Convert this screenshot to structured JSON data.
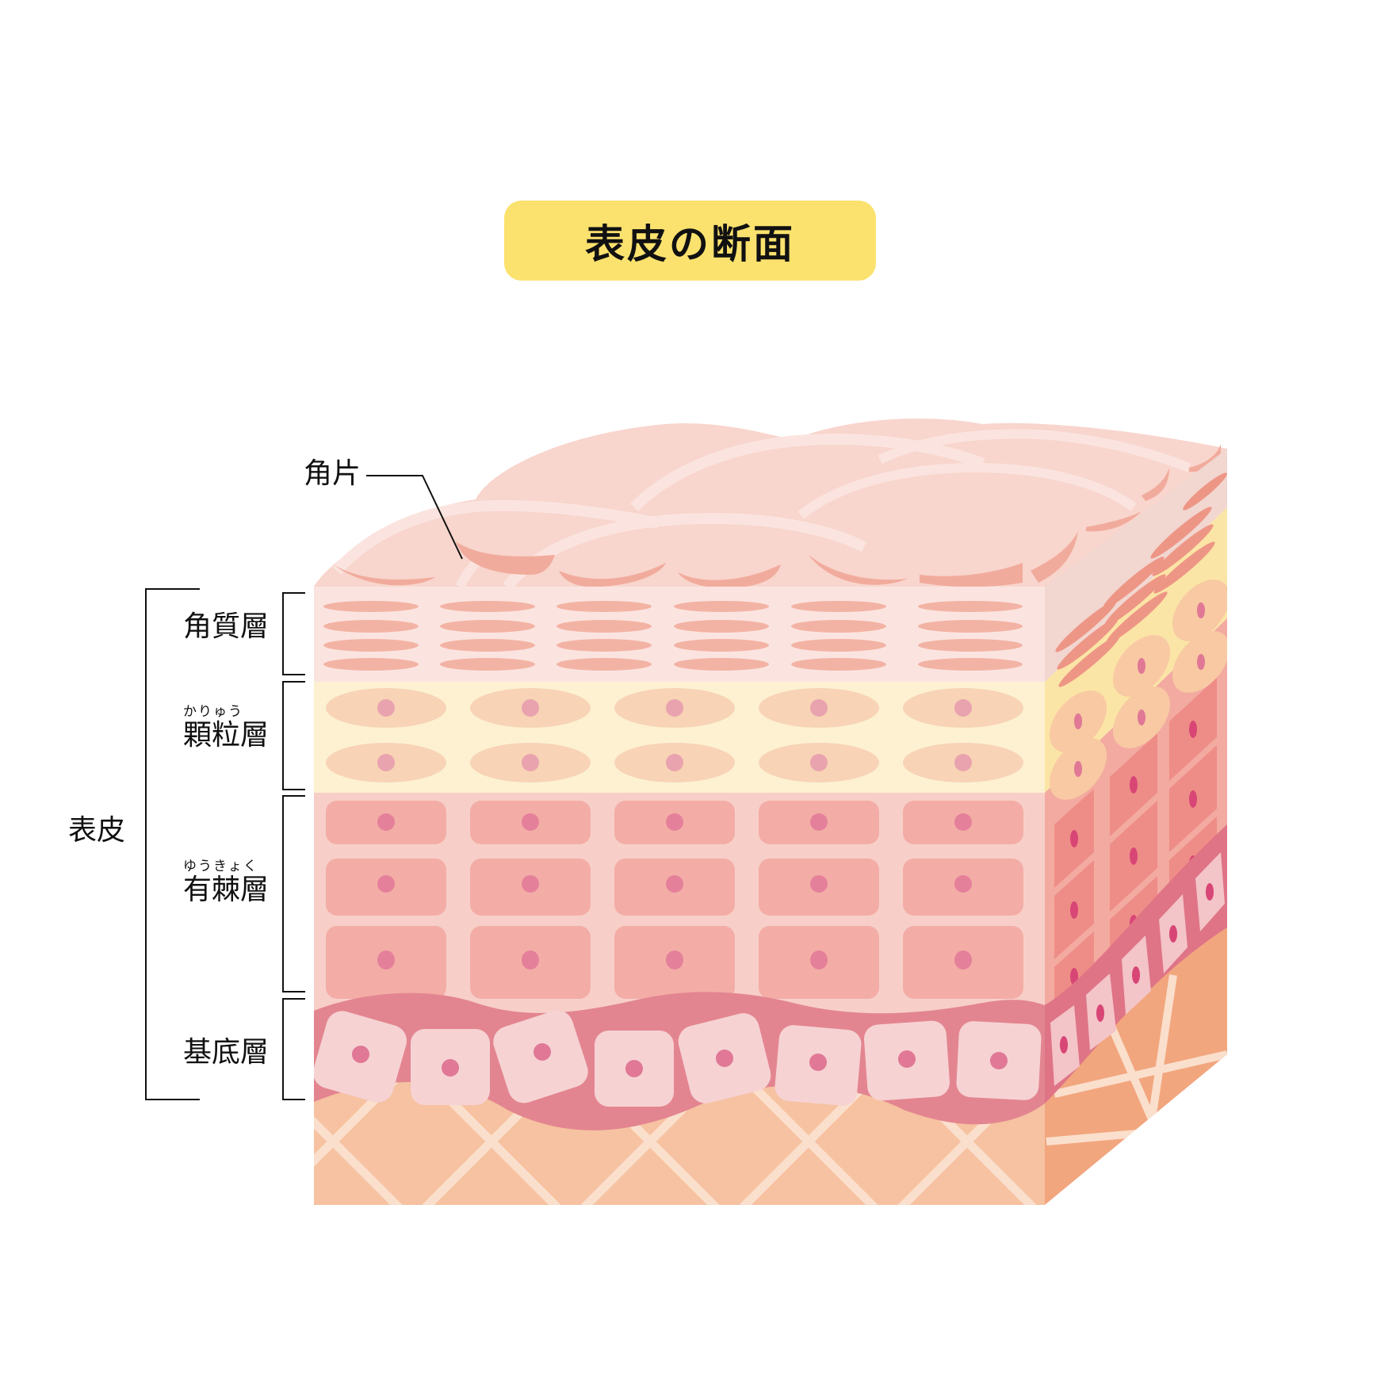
{
  "title": "表皮の断面",
  "callout": {
    "label": "角片"
  },
  "group_label": "表皮",
  "layers": [
    {
      "name": "角質層",
      "ruby": ""
    },
    {
      "name": "顆粒層",
      "ruby": "かりゅう"
    },
    {
      "name": "有棘層",
      "ruby": "ゆうきょく"
    },
    {
      "name": "基底層",
      "ruby": ""
    }
  ],
  "colors": {
    "title_bg": "#fbe26e",
    "stratum_corneum_bg": "#fbe4e0",
    "stratum_corneum_cell": "#f3b3a4",
    "scale_top": "#f8d5cd",
    "scale_flake": "#f1ab9c",
    "granular_bg": "#fdf1d2",
    "granular_cell": "#f8d3b6",
    "granular_nucleus": "#e9a3ae",
    "spinous_bg": "#f7cfc8",
    "spinous_cell": "#f3ada6",
    "spinous_nucleus": "#e5809b",
    "basal_band": "#e38590",
    "basal_cell": "#f6d2d3",
    "basal_nucleus": "#e07896",
    "dermis_bg": "#f6c2a1",
    "dermis_lines": "#fadfcc",
    "side_dermis": "#f2a67e",
    "side_spinous_cell": "#ee8d87",
    "side_nucleus": "#d84676"
  }
}
